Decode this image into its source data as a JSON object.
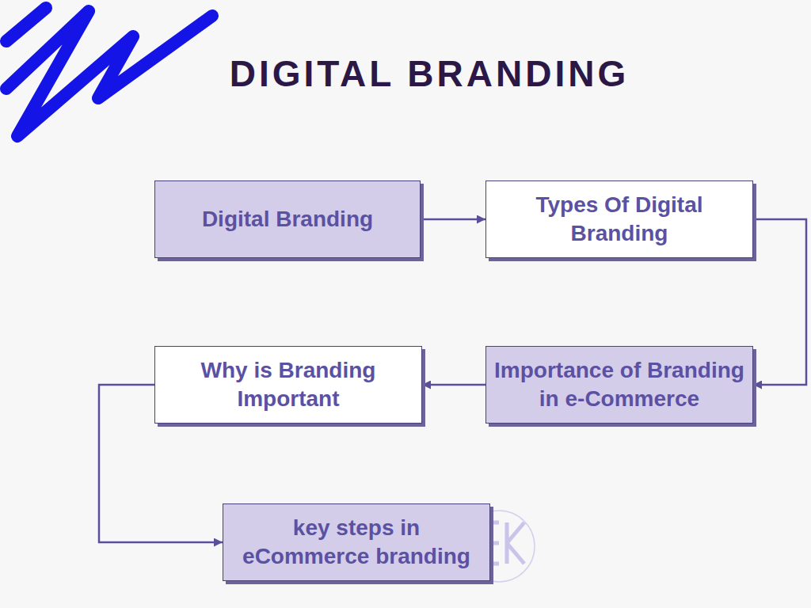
{
  "diagram": {
    "title": "DIGITAL BRANDING",
    "nodes": [
      {
        "text": [
          "Digital Branding"
        ]
      },
      {
        "text": [
          "Types Of Digital Branding"
        ]
      },
      {
        "text": [
          "Importance of Branding in e-Commerce"
        ]
      },
      {
        "text": [
          "Why is Branding Important"
        ]
      },
      {
        "text": [
          "key steps in eCommerce branding"
        ]
      }
    ],
    "edges": [
      {
        "from": 0,
        "to": 1,
        "arrow": "to"
      },
      {
        "from": 1,
        "to": 2,
        "arrow": "to"
      },
      {
        "from": 2,
        "to": 3,
        "arrow": "to"
      },
      {
        "from": 3,
        "to": 4,
        "arrow": "to"
      }
    ]
  }
}
